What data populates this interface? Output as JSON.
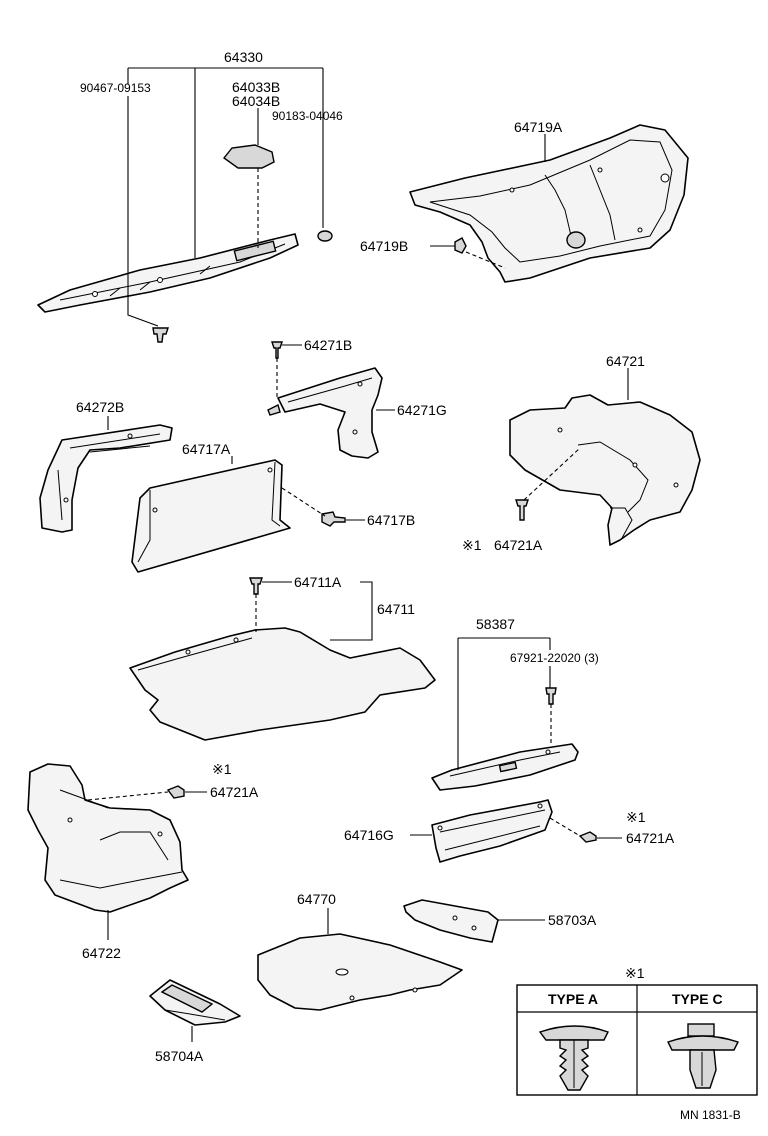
{
  "labels": {
    "p64330": "64330",
    "p90467": "90467-09153",
    "p64033": "64033B",
    "p64034": "64034B",
    "p90183": "90183-04046",
    "p64719a": "64719A",
    "p64719b": "64719B",
    "p64271b": "64271B",
    "p64271g": "64271G",
    "p64721": "64721",
    "p64272b": "64272B",
    "p64717a": "64717A",
    "p64717b": "64717B",
    "p64721a_1": "64721A",
    "p64711a": "64711A",
    "p64711": "64711",
    "p58387": "58387",
    "p67921": "67921-22020 (3)",
    "p64721a_2": "64721A",
    "p64716g": "64716G",
    "p64721a_3": "64721A",
    "p64722": "64722",
    "p64770": "64770",
    "p58703a": "58703A",
    "p58704a": "58704A"
  },
  "marks": {
    "m1": "※1",
    "m2": "※1",
    "m3": "※1",
    "m4": "※1"
  },
  "legend": {
    "title_mark": "※1",
    "type_a": "TYPE A",
    "type_c": "TYPE C"
  },
  "footer": {
    "code": "MN 1831-B"
  }
}
